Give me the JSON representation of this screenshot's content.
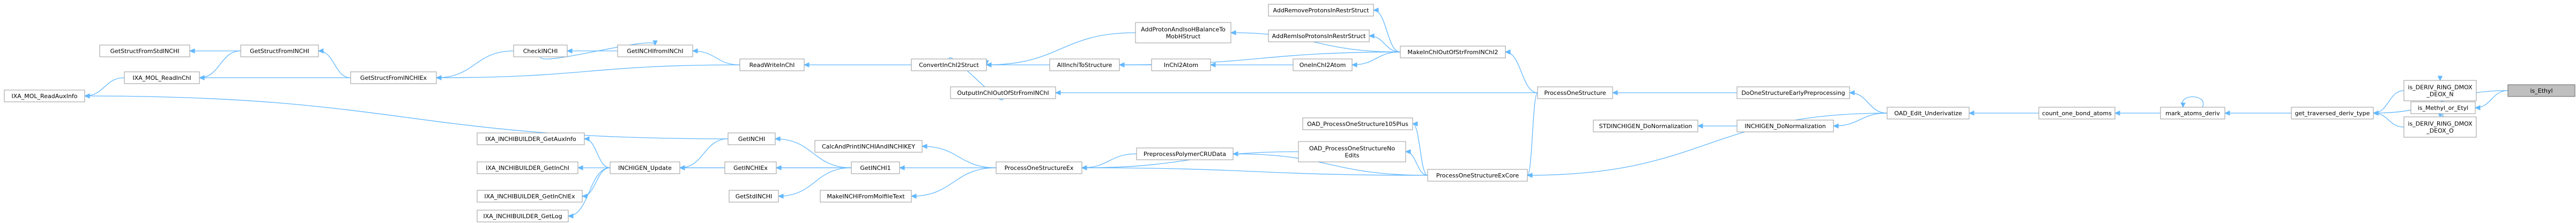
{
  "graph": {
    "kind": "caller-graph",
    "colors": {
      "node_fill": "#ffffff",
      "node_border": "#999999",
      "target_fill": "#bfbfbf",
      "edge": "#63b8ff"
    },
    "nodes": [
      {
        "id": "is_Ethyl",
        "label": "is_Ethyl",
        "target": true
      },
      {
        "id": "is_Methyl_or_Etyl",
        "label": "is_Methyl_or_Etyl"
      },
      {
        "id": "get_traversed_deriv_type",
        "label": "get_traversed_deriv_type"
      },
      {
        "id": "is_DERIV_RING_DMOX_DEOX_N",
        "label": [
          "is_DERIV_RING_DMOX",
          "_DEOX_N"
        ]
      },
      {
        "id": "is_DERIV_RING_DMOX_DEOX_O",
        "label": [
          "is_DERIV_RING_DMOX",
          "_DEOX_O"
        ]
      },
      {
        "id": "mark_atoms_deriv",
        "label": "mark_atoms_deriv"
      },
      {
        "id": "count_one_bond_atoms",
        "label": "count_one_bond_atoms"
      },
      {
        "id": "OAD_Edit_Underivatize",
        "label": "OAD_Edit_Underivatize"
      },
      {
        "id": "DoOneStructureEarlyPreprocessing",
        "label": "DoOneStructureEarlyPreprocessing"
      },
      {
        "id": "INCHIGEN_DoNormalization",
        "label": "INCHIGEN_DoNormalization"
      },
      {
        "id": "STDINCHIGEN_DoNormalization",
        "label": "STDINCHIGEN_DoNormalization"
      },
      {
        "id": "ProcessOneStructure",
        "label": "ProcessOneStructure"
      },
      {
        "id": "ProcessOneStructureExCore",
        "label": "ProcessOneStructureExCore"
      },
      {
        "id": "MakeInChIOutOfStrFromINChI2",
        "label": "MakeInChIOutOfStrFromINChI2"
      },
      {
        "id": "AddRemoveProtonsInRestrStruct",
        "label": "AddRemoveProtonsInRestrStruct"
      },
      {
        "id": "AddProtonAndIsoHBalanceToMobHStruct",
        "label": [
          "AddProtonAndIsoHBalanceTo",
          "MobHStruct"
        ]
      },
      {
        "id": "AddRemIsoProtonsInRestrStruct",
        "label": "AddRemIsoProtonsInRestrStruct"
      },
      {
        "id": "OneInChI2Atom",
        "label": "OneInChI2Atom"
      },
      {
        "id": "InChI2Atom",
        "label": "InChI2Atom"
      },
      {
        "id": "AllInchiToStructure",
        "label": "AllInchiToStructure"
      },
      {
        "id": "ConvertInChI2Struct",
        "label": "ConvertInChI2Struct"
      },
      {
        "id": "OutputInChIOutOfStrFromINChI",
        "label": "OutputInChIOutOfStrFromINChI"
      },
      {
        "id": "ReadWriteInChI",
        "label": "ReadWriteInChI"
      },
      {
        "id": "GetINCHIfromINChI",
        "label": "GetINCHIfromINChI"
      },
      {
        "id": "CheckINCHI",
        "label": "CheckINCHI"
      },
      {
        "id": "GetStructFromINCHIEx",
        "label": "GetStructFromINCHIEx"
      },
      {
        "id": "GetStructFromINCHI",
        "label": "GetStructFromINCHI"
      },
      {
        "id": "GetStructFromStdINCHI",
        "label": "GetStructFromStdINCHI"
      },
      {
        "id": "IXA_MOL_ReadInChI",
        "label": "IXA_MOL_ReadInChI"
      },
      {
        "id": "IXA_MOL_ReadAuxInfo",
        "label": "IXA_MOL_ReadAuxInfo"
      },
      {
        "id": "OAD_ProcessOneStructure105Plus",
        "label": "OAD_ProcessOneStructure105Plus"
      },
      {
        "id": "OAD_ProcessOneStructureNoEdits",
        "label": [
          "OAD_ProcessOneStructureNo",
          "Edits"
        ]
      },
      {
        "id": "PreprocessPolymerCRUData",
        "label": "PreprocessPolymerCRUData"
      },
      {
        "id": "ProcessOneStructureEx",
        "label": "ProcessOneStructureEx"
      },
      {
        "id": "CalcAndPrintINCHIAndINCHIKEY",
        "label": "CalcAndPrintINCHIAndINCHIKEY"
      },
      {
        "id": "GetINCHI1",
        "label": "GetINCHI1"
      },
      {
        "id": "MakeINCHIFromMolfileText",
        "label": "MakeINCHIFromMolfileText"
      },
      {
        "id": "GetINCHI",
        "label": "GetINCHI"
      },
      {
        "id": "GetINCHIEx",
        "label": "GetINCHIEx"
      },
      {
        "id": "GetStdINCHI",
        "label": "GetStdINCHI"
      },
      {
        "id": "INCHIGEN_Update",
        "label": "INCHIGEN_Update"
      },
      {
        "id": "IXA_INCHIBUILDER_GetAuxInfo",
        "label": "IXA_INCHIBUILDER_GetAuxInfo"
      },
      {
        "id": "IXA_INCHIBUILDER_GetInChI",
        "label": "IXA_INCHIBUILDER_GetInChI"
      },
      {
        "id": "IXA_INCHIBUILDER_GetInChIEx",
        "label": "IXA_INCHIBUILDER_GetInChIEx"
      },
      {
        "id": "IXA_INCHIBUILDER_GetLog",
        "label": "IXA_INCHIBUILDER_GetLog"
      }
    ],
    "edges": [
      [
        "is_Methyl_or_Etyl",
        "is_Ethyl"
      ],
      [
        "get_traversed_deriv_type",
        "is_Ethyl"
      ],
      [
        "is_DERIV_RING_DMOX_DEOX_N",
        "is_Methyl_or_Etyl"
      ],
      [
        "is_DERIV_RING_DMOX_DEOX_O",
        "is_Methyl_or_Etyl"
      ],
      [
        "get_traversed_deriv_type",
        "is_DERIV_RING_DMOX_DEOX_N"
      ],
      [
        "get_traversed_deriv_type",
        "is_DERIV_RING_DMOX_DEOX_O"
      ],
      [
        "mark_atoms_deriv",
        "get_traversed_deriv_type"
      ],
      [
        "mark_atoms_deriv",
        "mark_atoms_deriv"
      ],
      [
        "count_one_bond_atoms",
        "mark_atoms_deriv"
      ],
      [
        "OAD_Edit_Underivatize",
        "count_one_bond_atoms"
      ],
      [
        "DoOneStructureEarlyPreprocessing",
        "OAD_Edit_Underivatize"
      ],
      [
        "INCHIGEN_DoNormalization",
        "OAD_Edit_Underivatize"
      ],
      [
        "ProcessOneStructureExCore",
        "OAD_Edit_Underivatize"
      ],
      [
        "ProcessOneStructure",
        "DoOneStructureEarlyPreprocessing"
      ],
      [
        "STDINCHIGEN_DoNormalization",
        "INCHIGEN_DoNormalization"
      ],
      [
        "MakeInChIOutOfStrFromINChI2",
        "ProcessOneStructure"
      ],
      [
        "OutputInChIOutOfStrFromINChI",
        "ProcessOneStructure"
      ],
      [
        "ProcessOneStructureExCore",
        "ProcessOneStructure"
      ],
      [
        "AddRemoveProtonsInRestrStruct",
        "MakeInChIOutOfStrFromINChI2"
      ],
      [
        "AddProtonAndIsoHBalanceToMobHStruct",
        "MakeInChIOutOfStrFromINChI2"
      ],
      [
        "AddRemIsoProtonsInRestrStruct",
        "MakeInChIOutOfStrFromINChI2"
      ],
      [
        "OneInChI2Atom",
        "MakeInChIOutOfStrFromINChI2"
      ],
      [
        "AllInchiToStructure",
        "MakeInChIOutOfStrFromINChI2"
      ],
      [
        "ConvertInChI2Struct",
        "AddProtonAndIsoHBalanceToMobHStruct"
      ],
      [
        "InChI2Atom",
        "OneInChI2Atom"
      ],
      [
        "AllInchiToStructure",
        "InChI2Atom"
      ],
      [
        "ConvertInChI2Struct",
        "AllInchiToStructure"
      ],
      [
        "ConvertInChI2Struct",
        "OutputInChIOutOfStrFromINChI"
      ],
      [
        "ReadWriteInChI",
        "ConvertInChI2Struct"
      ],
      [
        "GetINCHIfromINChI",
        "ReadWriteInChI"
      ],
      [
        "GetStructFromINCHIEx",
        "ReadWriteInChI"
      ],
      [
        "CheckINCHI",
        "GetINCHIfromINChI"
      ],
      [
        "GetINCHIfromINChI",
        "CheckINCHI"
      ],
      [
        "GetStructFromINCHIEx",
        "CheckINCHI"
      ],
      [
        "GetStructFromINCHI",
        "GetStructFromINCHIEx"
      ],
      [
        "IXA_MOL_ReadInChI",
        "GetStructFromINCHIEx"
      ],
      [
        "GetStructFromStdINCHI",
        "GetStructFromINCHI"
      ],
      [
        "IXA_MOL_ReadInChI",
        "GetStructFromINCHI"
      ],
      [
        "IXA_MOL_ReadAuxInfo",
        "IXA_MOL_ReadInChI"
      ],
      [
        "IXA_MOL_ReadAuxInfo",
        "GetINCHI"
      ],
      [
        "OAD_ProcessOneStructure105Plus",
        "ProcessOneStructureExCore"
      ],
      [
        "OAD_ProcessOneStructureNoEdits",
        "ProcessOneStructureExCore"
      ],
      [
        "PreprocessPolymerCRUData",
        "ProcessOneStructureExCore"
      ],
      [
        "ProcessOneStructureEx",
        "ProcessOneStructureExCore"
      ],
      [
        "ProcessOneStructureEx",
        "OAD_ProcessOneStructureNoEdits"
      ],
      [
        "ProcessOneStructureEx",
        "PreprocessPolymerCRUData"
      ],
      [
        "CalcAndPrintINCHIAndINCHIKEY",
        "ProcessOneStructureEx"
      ],
      [
        "GetINCHI1",
        "ProcessOneStructureEx"
      ],
      [
        "MakeINCHIFromMolfileText",
        "ProcessOneStructureEx"
      ],
      [
        "GetINCHI",
        "GetINCHI1"
      ],
      [
        "GetINCHIEx",
        "GetINCHI1"
      ],
      [
        "GetStdINCHI",
        "GetINCHI1"
      ],
      [
        "INCHIGEN_Update",
        "GetINCHI"
      ],
      [
        "INCHIGEN_Update",
        "GetINCHIEx"
      ],
      [
        "INCHIGEN_Update",
        "GetINCHI1"
      ],
      [
        "IXA_INCHIBUILDER_GetAuxInfo",
        "INCHIGEN_Update"
      ],
      [
        "IXA_INCHIBUILDER_GetInChI",
        "INCHIGEN_Update"
      ],
      [
        "IXA_INCHIBUILDER_GetInChIEx",
        "INCHIGEN_Update"
      ],
      [
        "IXA_INCHIBUILDER_GetLog",
        "INCHIGEN_Update"
      ]
    ]
  }
}
